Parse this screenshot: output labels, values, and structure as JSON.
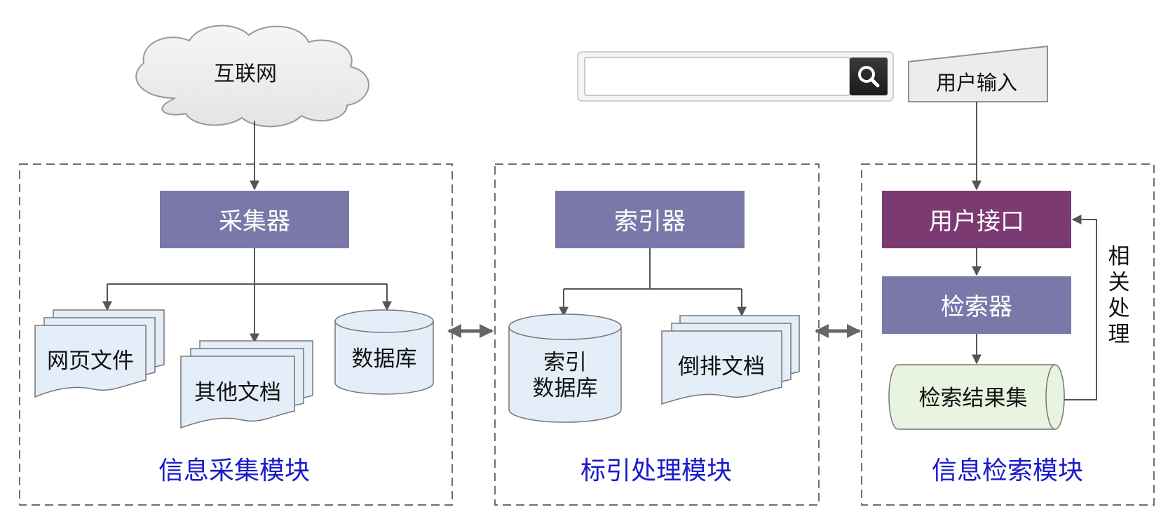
{
  "internet": {
    "label": "互联网"
  },
  "search_box": {
    "value": "",
    "icon": "search-icon"
  },
  "user_input": {
    "label": "用户输入"
  },
  "modules": {
    "collection": {
      "title": "信息采集模块",
      "collector": "采集器",
      "web_files": "网页文件",
      "other_docs": "其他文档",
      "database": "数据库"
    },
    "indexing": {
      "title": "标引处理模块",
      "indexer": "索引器",
      "index_db_line1": "索引",
      "index_db_line2": "数据库",
      "inverted_docs": "倒排文档"
    },
    "retrieval": {
      "title": "信息检索模块",
      "user_interface": "用户接口",
      "retriever": "检索器",
      "result_set": "检索结果集",
      "feedback_label": [
        "相",
        "关",
        "处",
        "理"
      ]
    }
  },
  "colors": {
    "box_purple": "#7a78a8",
    "box_plum": "#7b3b72",
    "doc_fill": "#e4eef8",
    "result_fill": "#e8f3e0",
    "title_blue": "#1a1acc",
    "dash": "#707070",
    "line": "#555555"
  }
}
